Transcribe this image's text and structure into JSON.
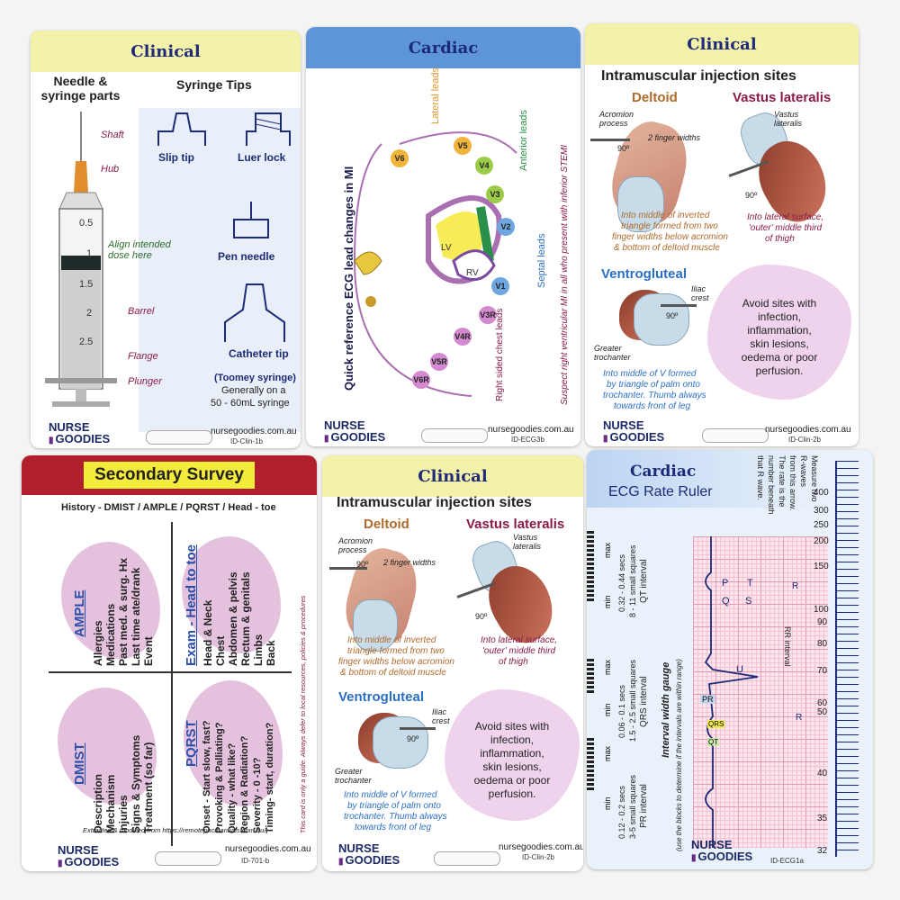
{
  "brand": {
    "logo_top": "NURSE",
    "logo_bottom": "GOODIES",
    "url": "nursegoodies.com.au"
  },
  "colors": {
    "yellow_header": "#f4f1a8",
    "blue_header": "#5d95d8",
    "red_header": "#b0202c",
    "navy": "#1f2a7a",
    "maroon": "#8b1a4a",
    "purple_blob": "#efd3ec"
  },
  "card1": {
    "header": "Clinical",
    "left_title": "Needle & syringe parts",
    "labels": {
      "shaft": "Shaft",
      "hub": "Hub",
      "align": "Align intended dose here",
      "barrel": "Barrel",
      "flange": "Flange",
      "plunger": "Plunger"
    },
    "scale": [
      "0.5",
      "1",
      "1.5",
      "2",
      "2.5"
    ],
    "right_title": "Syringe Tips",
    "tips": {
      "slip": "Slip tip",
      "luer": "Luer lock",
      "pen": "Pen needle",
      "catheter": "Catheter tip",
      "toomey": "(Toomey syringe)",
      "generally": "Generally on a",
      "size": "50 - 60mL syringe"
    },
    "id": "ID-Clin-1b"
  },
  "card2": {
    "header": "Cardiac",
    "vertical_title": "Quick reference ECG lead changes in MI",
    "groups": {
      "lateral": "Lateral leads",
      "anterior": "Anterior leads",
      "septal": "Septal leads",
      "right": "Right sided chest leads"
    },
    "leads": [
      "V6",
      "V5",
      "V4",
      "V3",
      "V2",
      "V1",
      "V3R",
      "V4R",
      "V5R",
      "V6R"
    ],
    "chambers": {
      "lv": "LV",
      "rv": "RV"
    },
    "note": "Suspect right ventricular MI in all who present with inferior STEMI",
    "id": "ID-ECG3b"
  },
  "inj": {
    "header": "Clinical",
    "title": "Intramuscular injection sites",
    "deltoid": "Deltoid",
    "vastus": "Vastus lateralis",
    "acromion": "Acromion process",
    "two_finger": "2 finger widths",
    "deg": "90º",
    "vastus_label": "Vastus lateralis",
    "deltoid_desc": [
      "Into middle of inverted",
      "triangle formed from two",
      "finger widths below acromion",
      "& bottom of deltoid muscle"
    ],
    "vastus_desc": [
      "Into lateral surface,",
      "'outer' middle third",
      "of thigh"
    ],
    "ventro": "Ventrogluteal",
    "iliac": "Iliac crest",
    "greater": "Greater trochanter",
    "ventro_desc": [
      "Into middle of V formed",
      "by triangle of palm onto",
      "trochanter.  Thumb always",
      "towards front of leg"
    ],
    "avoid": [
      "Avoid sites with",
      "infection,",
      "inflammation,",
      "skin lesions,",
      "oedema or poor",
      "perfusion."
    ],
    "id": "ID-Clin-2b"
  },
  "card4": {
    "header": "Secondary Survey",
    "subtitle": "History - DMIST / AMPLE / PQRST /  Head - toe",
    "ample_title": "AMPLE",
    "ample": [
      "Allergies",
      "Medications",
      "Past med. & surg. Hx",
      "Last time ate/drank",
      "Event"
    ],
    "exam_title": "Exam - Head to toe",
    "exam": [
      "Head & Neck",
      "Chest",
      "Abdomen & pelvis",
      "Rectum & genitals",
      "Limbs",
      "Back"
    ],
    "dmist_title": "DMIST",
    "dmist": [
      "Description",
      "Mechanism",
      "Injuries",
      "Signs & Symptoms",
      "Treatment (so far)"
    ],
    "pqrst_title": "PQRST",
    "pqrst": [
      "Onset - Start slow, fast?",
      "Provoking & Palliating?",
      "Quality - what like?",
      "Region & Radiation?",
      "Severity - 0 -10?",
      "Timing- start, duration?"
    ],
    "guide": "This card is only a guide. Always defer to local resources, policies & procedures",
    "extracted": "Extracted & modified from https://remotephcmanuals.com.au/",
    "id": "ID-701-b"
  },
  "card6": {
    "header": "Cardiac",
    "title": "ECG Rate Ruler",
    "measure": [
      "Measure two",
      "R-waves",
      "from this arrow.",
      "The rate is the",
      "number beneath",
      "that R wave."
    ],
    "scale": [
      "400",
      "300",
      "250",
      "200",
      "150",
      "100",
      "90",
      "80",
      "70",
      "60",
      "50",
      "40",
      "35",
      "32"
    ],
    "gauge_title": "Interval width gauge",
    "gauge_sub": "(use the blocks to determine if the intervals are within range)",
    "qt": [
      "0.32 - 0.44 secs",
      "8 - 11 small squares",
      "QT interval"
    ],
    "qrs": [
      "0.06 - 0.1 secs",
      "1.5 - 2.5 small squares",
      "QRS interval"
    ],
    "pr": [
      "0.12 - 0.2 secs",
      "3-5 small squares",
      "PR interval"
    ],
    "max": "max",
    "min": "min",
    "waves": {
      "p": "P",
      "q": "Q",
      "s": "S",
      "t": "T",
      "u": "U",
      "r": "R",
      "rr": "RR interval",
      "pr_box": "PR",
      "qrs_box": "QRS",
      "qt_box": "QT"
    },
    "id": "ID-ECG1a"
  }
}
